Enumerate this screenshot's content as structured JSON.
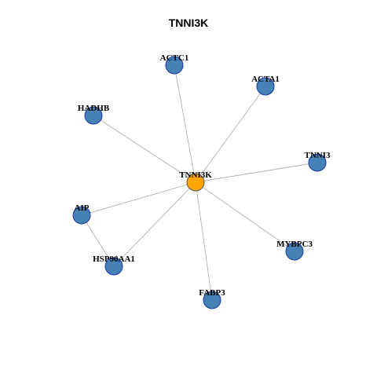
{
  "title": "TNNI3K",
  "colors": {
    "hub_fill": "#FFA500",
    "node_fill": "#4682B4",
    "node_stroke": "#1a35a8",
    "hub_stroke": "#555555",
    "edge": "#a9a9a9"
  },
  "network": {
    "hub": "TNNI3K",
    "nodes": [
      {
        "id": "TNNI3K",
        "label": "TNNI3K",
        "role": "hub"
      },
      {
        "id": "ACTC1",
        "label": "ACTC1",
        "role": "neighbor"
      },
      {
        "id": "ACTA1",
        "label": "ACTA1",
        "role": "neighbor"
      },
      {
        "id": "HADHB",
        "label": "HADHB",
        "role": "neighbor"
      },
      {
        "id": "TNNI3",
        "label": "TNNI3",
        "role": "neighbor"
      },
      {
        "id": "AIP",
        "label": "AIP",
        "role": "neighbor"
      },
      {
        "id": "HSP90AA1",
        "label": "HSP90AA1",
        "role": "neighbor"
      },
      {
        "id": "MYBPC3",
        "label": "MYBPC3",
        "role": "neighbor"
      },
      {
        "id": "FABP3",
        "label": "FABP3",
        "role": "neighbor"
      }
    ],
    "edges": [
      {
        "source": "TNNI3K",
        "target": "ACTC1"
      },
      {
        "source": "TNNI3K",
        "target": "ACTA1"
      },
      {
        "source": "TNNI3K",
        "target": "HADHB"
      },
      {
        "source": "TNNI3K",
        "target": "TNNI3"
      },
      {
        "source": "TNNI3K",
        "target": "AIP"
      },
      {
        "source": "TNNI3K",
        "target": "HSP90AA1"
      },
      {
        "source": "TNNI3K",
        "target": "MYBPC3"
      },
      {
        "source": "TNNI3K",
        "target": "FABP3"
      },
      {
        "source": "AIP",
        "target": "HSP90AA1"
      }
    ]
  }
}
